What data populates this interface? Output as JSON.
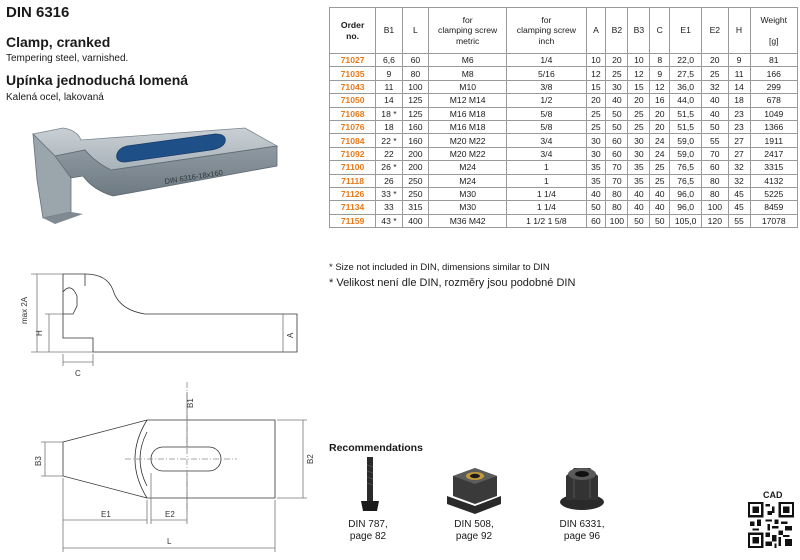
{
  "header": {
    "title": "DIN 6316",
    "name_en": "Clamp, cranked",
    "sub_en": "Tempering steel, varnished.",
    "name_cz": "Upínka jednoduchá lomená",
    "sub_cz": "Kalená ocel, lakovaná"
  },
  "photo": {
    "marking": "DIN 6316-18x160"
  },
  "drawing": {
    "labels": {
      "max2a": "max 2A",
      "h": "H",
      "c": "C",
      "a": "A",
      "b1": "B1",
      "b2": "B2",
      "b3": "B3",
      "e1": "E1",
      "e2": "E2",
      "l": "L"
    }
  },
  "table": {
    "headers": [
      [
        "Order",
        "no."
      ],
      [
        "B1"
      ],
      [
        "L"
      ],
      [
        "for",
        "clamping screw",
        "metric"
      ],
      [
        "for",
        "clamping screw",
        "inch"
      ],
      [
        "A"
      ],
      [
        "B2"
      ],
      [
        "B3"
      ],
      [
        "C"
      ],
      [
        "E1"
      ],
      [
        "E2"
      ],
      [
        "H"
      ],
      [
        "Weight",
        "",
        "[g]"
      ]
    ],
    "rows": [
      [
        "71027",
        "6,6",
        "60",
        "M6",
        "1/4",
        "10",
        "20",
        "10",
        "8",
        "22,0",
        "20",
        "9",
        "81"
      ],
      [
        "71035",
        "9",
        "80",
        "M8",
        "5/16",
        "12",
        "25",
        "12",
        "9",
        "27,5",
        "25",
        "11",
        "166"
      ],
      [
        "71043",
        "11",
        "100",
        "M10",
        "3/8",
        "15",
        "30",
        "15",
        "12",
        "36,0",
        "32",
        "14",
        "299"
      ],
      [
        "71050",
        "14",
        "125",
        "M12 M14",
        "1/2",
        "20",
        "40",
        "20",
        "16",
        "44,0",
        "40",
        "18",
        "678"
      ],
      [
        "71068",
        "18 *",
        "125",
        "M16 M18",
        "5/8",
        "25",
        "50",
        "25",
        "20",
        "51,5",
        "40",
        "23",
        "1049"
      ],
      [
        "71076",
        "18",
        "160",
        "M16 M18",
        "5/8",
        "25",
        "50",
        "25",
        "20",
        "51,5",
        "50",
        "23",
        "1366"
      ],
      [
        "71084",
        "22 *",
        "160",
        "M20 M22",
        "3/4",
        "30",
        "60",
        "30",
        "24",
        "59,0",
        "55",
        "27",
        "1911"
      ],
      [
        "71092",
        "22",
        "200",
        "M20 M22",
        "3/4",
        "30",
        "60",
        "30",
        "24",
        "59,0",
        "70",
        "27",
        "2417"
      ],
      [
        "71100",
        "26 *",
        "200",
        "M24",
        "1",
        "35",
        "70",
        "35",
        "25",
        "76,5",
        "60",
        "32",
        "3315"
      ],
      [
        "71118",
        "26",
        "250",
        "M24",
        "1",
        "35",
        "70",
        "35",
        "25",
        "76,5",
        "80",
        "32",
        "4132"
      ],
      [
        "71126",
        "33 *",
        "250",
        "M30",
        "1 1/4",
        "40",
        "80",
        "40",
        "40",
        "96,0",
        "80",
        "45",
        "5225"
      ],
      [
        "71134",
        "33",
        "315",
        "M30",
        "1 1/4",
        "50",
        "80",
        "40",
        "40",
        "96,0",
        "100",
        "45",
        "8459"
      ],
      [
        "71159",
        "43 *",
        "400",
        "M36 M42",
        "1 1/2  1 5/8",
        "60",
        "100",
        "50",
        "50",
        "105,0",
        "120",
        "55",
        "17078"
      ]
    ]
  },
  "notes": {
    "note_en": "* Size not included in DIN, dimensions similar to DIN",
    "note_cz": "* Velikost není dle DIN, rozměry jsou podobné DIN"
  },
  "recommendations": {
    "title": "Recommendations",
    "items": [
      {
        "name": "DIN 787,",
        "page": "page 82",
        "icon": "t-slot-bolt-icon"
      },
      {
        "name": "DIN 508,",
        "page": "page 92",
        "icon": "t-slot-nut-icon"
      },
      {
        "name": "DIN 6331,",
        "page": "page 96",
        "icon": "collar-nut-icon"
      }
    ]
  },
  "cad": {
    "label": "CAD",
    "icon": "qr-code-icon"
  },
  "colors": {
    "order_accent": "#e8791a",
    "steel": "#8f9aa2"
  }
}
